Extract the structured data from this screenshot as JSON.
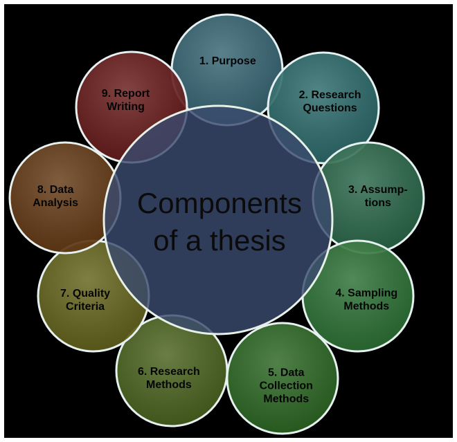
{
  "diagram": {
    "center": {
      "lines": [
        "Components",
        "of a thesis"
      ],
      "color": "#3a4a6e"
    },
    "nodes": [
      {
        "lines": [
          "1. Purpose"
        ],
        "color": "#3a6c7c"
      },
      {
        "lines": [
          "2. Research",
          "Questions"
        ],
        "color": "#2f7272"
      },
      {
        "lines": [
          "3. Assump-",
          "tions"
        ],
        "color": "#2c6f4e"
      },
      {
        "lines": [
          "4. Sampling",
          "Methods"
        ],
        "color": "#2f7a38"
      },
      {
        "lines": [
          "5. Data",
          "Collection",
          "Methods"
        ],
        "color": "#2f6f25"
      },
      {
        "lines": [
          "6. Research",
          "Methods"
        ],
        "color": "#4f6a20"
      },
      {
        "lines": [
          "7. Quality",
          "Criteria"
        ],
        "color": "#6b6a1d"
      },
      {
        "lines": [
          "8. Data",
          "Analysis"
        ],
        "color": "#6b3e16"
      },
      {
        "lines": [
          "9. Report",
          "Writing"
        ],
        "color": "#701c1c"
      }
    ]
  }
}
